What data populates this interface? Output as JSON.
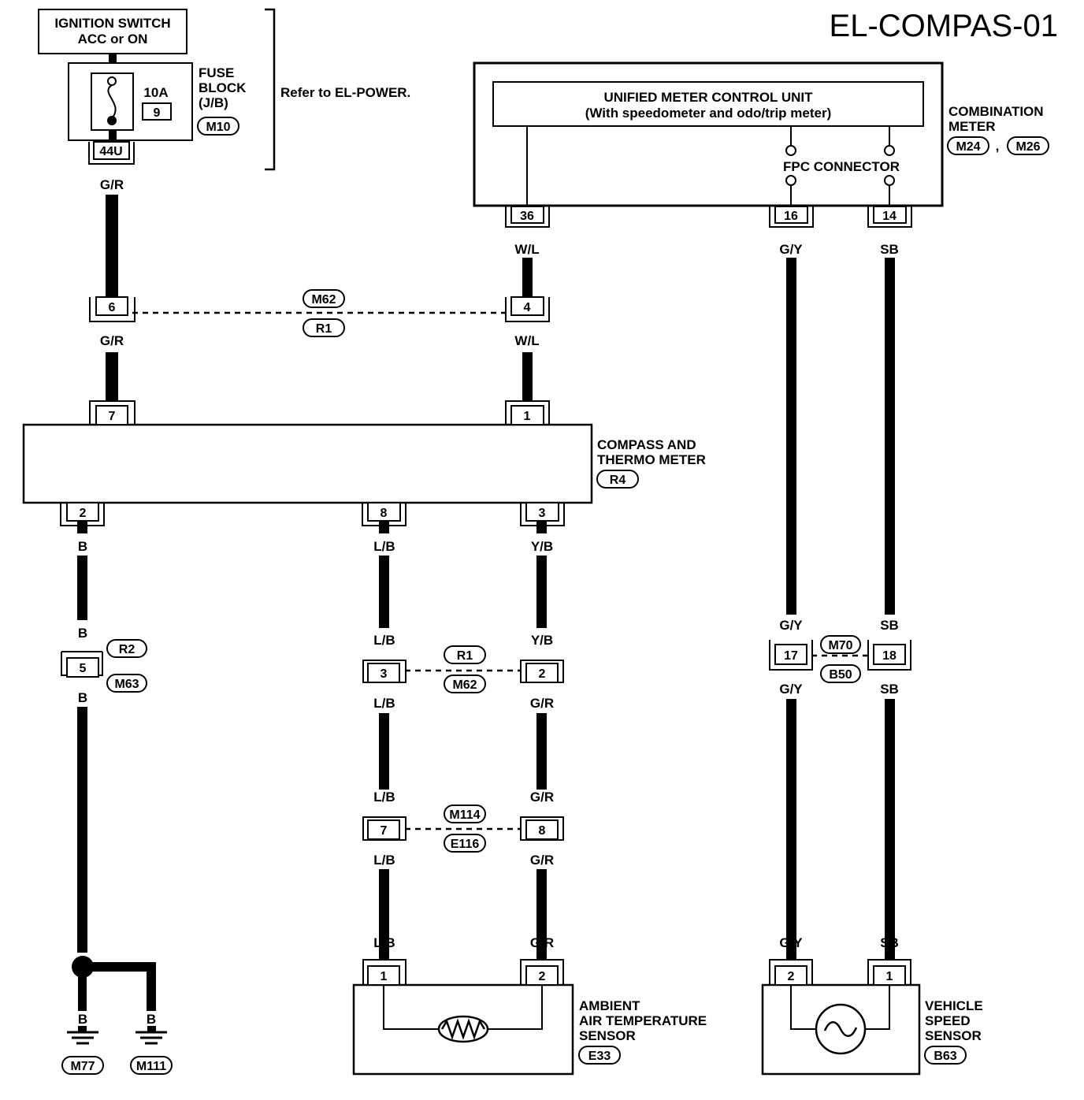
{
  "page_id": "EL-COMPAS-01",
  "ignition": {
    "line1": "IGNITION SWITCH",
    "line2": "ACC or ON"
  },
  "fuse_block": {
    "line1": "FUSE",
    "line2": "BLOCK",
    "line3": "(J/B)",
    "connector": "M10",
    "rating": "10A",
    "fuse_number": "9",
    "terminal": "44U",
    "note": "Refer to EL-POWER."
  },
  "combination_meter": {
    "line1": "COMBINATION",
    "line2": "METER",
    "connector_a": "M24",
    "separator": ",",
    "connector_b": "M26",
    "unit_line1": "UNIFIED METER CONTROL UNIT",
    "unit_line2": "(With speedometer and odo/trip meter)",
    "fpc": "FPC CONNECTOR",
    "pins": [
      "36",
      "16",
      "14"
    ]
  },
  "compass": {
    "line1": "COMPASS AND",
    "line2": "THERMO METER",
    "connector": "R4",
    "pins_top": [
      "7",
      "1"
    ],
    "pins_bottom": [
      "2",
      "8",
      "3"
    ]
  },
  "wires": {
    "gr": "G/R",
    "wl": "W/L",
    "gy": "G/Y",
    "sb": "SB",
    "b": "B",
    "lb": "L/B",
    "yb": "Y/B"
  },
  "joints": {
    "m62_top": "M62",
    "r1_top": "R1",
    "pin6": "6",
    "pin4": "4",
    "r2": "R2",
    "m63": "M63",
    "pin5": "5",
    "r1_mid": "R1",
    "m62_mid": "M62",
    "pin3": "3",
    "pin2": "2",
    "m114": "M114",
    "e116": "E116",
    "pin7": "7",
    "pin8": "8",
    "m70": "M70",
    "b50": "B50",
    "pin17": "17",
    "pin18": "18"
  },
  "grounds": [
    "M77",
    "M111"
  ],
  "ambient_sensor": {
    "line1": "AMBIENT",
    "line2": "AIR TEMPERATURE",
    "line3": "SENSOR",
    "connector": "E33",
    "pins": [
      "1",
      "2"
    ]
  },
  "speed_sensor": {
    "line1": "VEHICLE",
    "line2": "SPEED",
    "line3": "SENSOR",
    "connector": "B63",
    "pins": [
      "2",
      "1"
    ]
  }
}
